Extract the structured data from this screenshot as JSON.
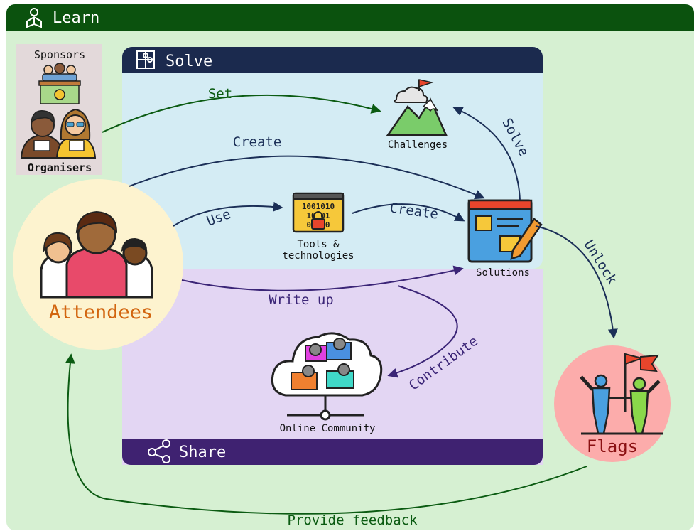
{
  "learn": {
    "title": "Learn",
    "icon": "learn-icon"
  },
  "solve": {
    "title": "Solve",
    "icon": "puzzle-icon"
  },
  "share": {
    "title": "Share",
    "icon": "share-icon"
  },
  "nodes": {
    "sponsors": "Sponsors",
    "organisers": "Organisers",
    "attendees": "Attendees",
    "challenges": "Challenges",
    "tools_line1": "Tools &",
    "tools_line2": "technologies",
    "solutions": "Solutions",
    "community": "Online Community",
    "flags": "Flags"
  },
  "edges": {
    "set": "Set",
    "create_top": "Create",
    "use": "Use",
    "create_mid": "Create",
    "solve": "Solve",
    "unlock": "Unlock",
    "write_up": "Write up",
    "contribute": "Contribute",
    "feedback": "Provide feedback"
  },
  "colors": {
    "learn": "#d6f0d2",
    "learn_header": "#0b520e",
    "solve": "#d4ecf4",
    "solve_header": "#1b2a4e",
    "share": "#e3d6f3",
    "share_header": "#3f2271",
    "sponsors_box": "#e3d9da",
    "attendees": "#fdf3cf",
    "attendees_text": "#d2650f",
    "flags": "#fcacab",
    "flags_text": "#8a1012",
    "green_arrow": "#0b5b12",
    "navy_arrow": "#1b2f57",
    "purple_arrow": "#3b2577"
  }
}
